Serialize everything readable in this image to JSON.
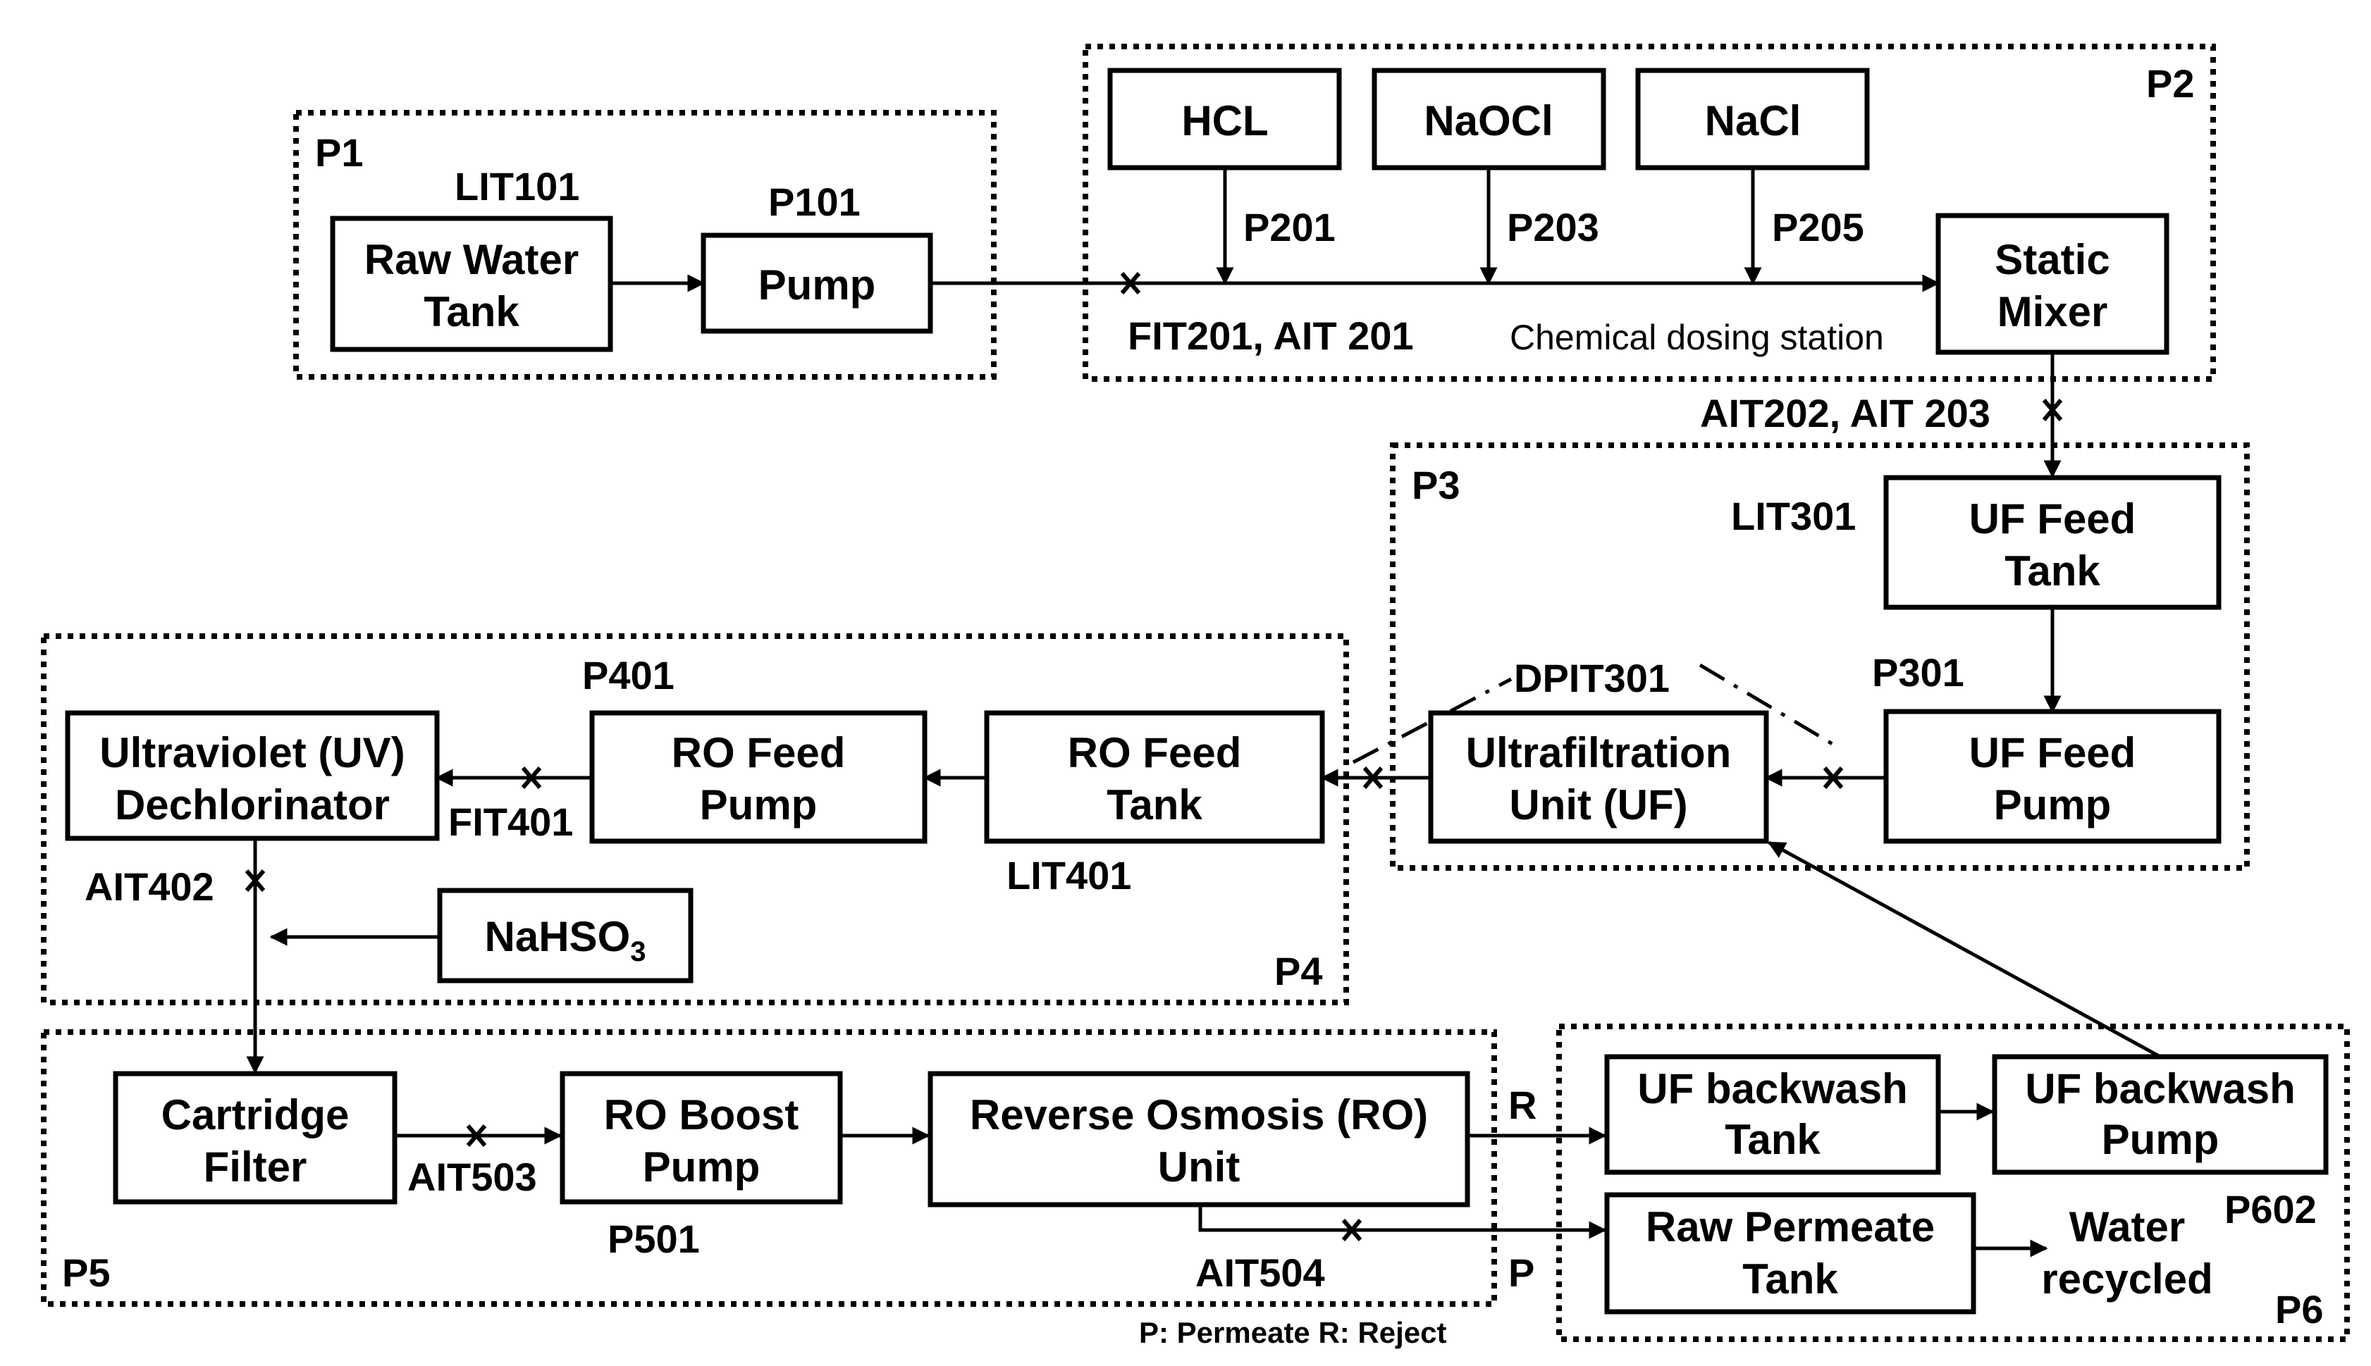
{
  "stages": {
    "p1": "P1",
    "p2": "P2",
    "p3": "P3",
    "p4": "P4",
    "p5": "P5",
    "p6": "P6"
  },
  "units": {
    "raw_water_tank": [
      "Raw Water",
      "Tank"
    ],
    "pump_p101": "Pump",
    "hcl": "HCL",
    "naocl": "NaOCl",
    "nacl": "NaCl",
    "static_mixer": [
      "Static",
      "Mixer"
    ],
    "uf_feed_tank": [
      "UF Feed",
      "Tank"
    ],
    "uf_feed_pump": [
      "UF Feed",
      "Pump"
    ],
    "uf_unit": [
      "Ultrafiltration",
      "Unit (UF)"
    ],
    "ro_feed_tank": [
      "RO Feed",
      "Tank"
    ],
    "ro_feed_pump": [
      "RO Feed",
      "Pump"
    ],
    "uv_dechlorinator": [
      "Ultraviolet (UV)",
      "Dechlorinator"
    ],
    "nahso3": {
      "base": "NaHSO",
      "sub": "3"
    },
    "cartridge_filter": [
      "Cartridge",
      "Filter"
    ],
    "ro_boost_pump": [
      "RO Boost",
      "Pump"
    ],
    "ro_unit": [
      "Reverse Osmosis (RO)",
      "Unit"
    ],
    "uf_backwash_tank": [
      "UF backwash",
      "Tank"
    ],
    "uf_backwash_pump": [
      "UF backwash",
      "Pump"
    ],
    "raw_permeate_tank": [
      "Raw Permeate",
      "Tank"
    ],
    "water_recycled": [
      "Water",
      "recycled"
    ]
  },
  "sensors": {
    "lit101": "LIT101",
    "p101": "P101",
    "p201": "P201",
    "p203": "P203",
    "p205": "P205",
    "fit201_ait201": "FIT201, AIT 201",
    "ait202_ait203": "AIT202, AIT 203",
    "lit301": "LIT301",
    "p301": "P301",
    "dpit301": "DPIT301",
    "p401": "P401",
    "fit401": "FIT401",
    "lit401": "LIT401",
    "ait402": "AIT402",
    "ait503": "AIT503",
    "p501": "P501",
    "ait504": "AIT504",
    "p602": "P602"
  },
  "flow_labels": {
    "reject": "R",
    "permeate": "P"
  },
  "captions": {
    "chemical_dosing": "Chemical dosing station",
    "legend": "P: Permeate R: Reject"
  }
}
